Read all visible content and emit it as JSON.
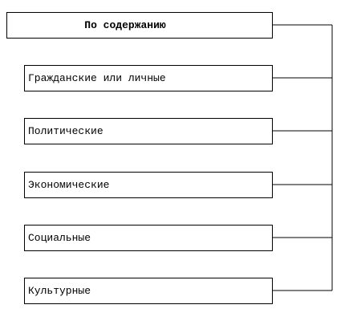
{
  "root": {
    "label": "По содержанию"
  },
  "items": [
    {
      "label": "Гражданские или личные"
    },
    {
      "label": "Политические"
    },
    {
      "label": "Экономические"
    },
    {
      "label": "Социальные"
    },
    {
      "label": "Культурные"
    }
  ],
  "colors": {
    "line": "#000000",
    "background": "#ffffff"
  }
}
